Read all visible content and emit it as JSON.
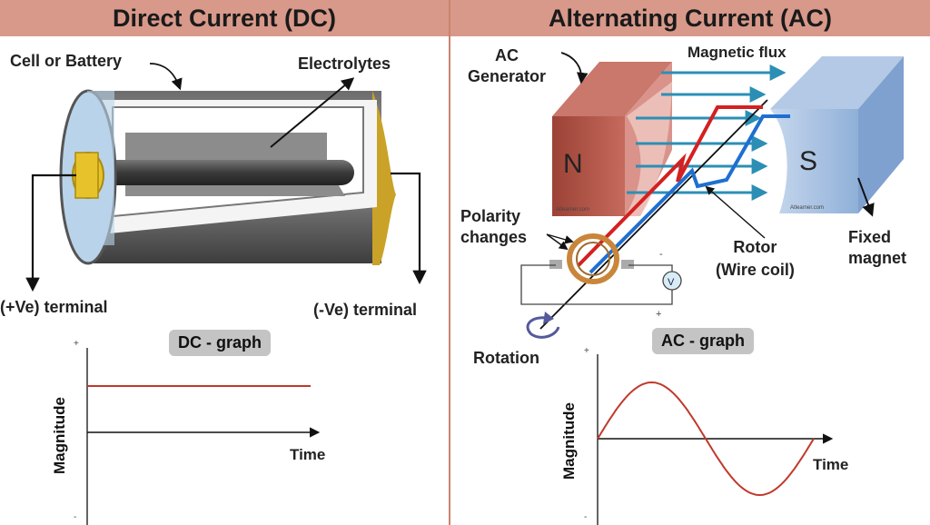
{
  "dc": {
    "title": "Direct Current (DC)",
    "labels": {
      "cell": "Cell or Battery",
      "electrolytes": "Electrolytes",
      "pos_terminal": "(+Ve) terminal",
      "neg_terminal": "(-Ve) terminal"
    },
    "graph": {
      "label": "DC - graph",
      "ylabel": "Magnitude",
      "xlabel": "Time",
      "plus": "+",
      "minus": "-"
    }
  },
  "ac": {
    "title": "Alternating Current (AC)",
    "labels": {
      "generator": "AC\nGenerator",
      "flux": "Magnetic flux",
      "polarity": "Polarity\nchanges",
      "rotor": "Rotor\n(Wire coil)",
      "fixed_magnet": "Fixed\nmagnet",
      "rotation": "Rotation",
      "north": "N",
      "south": "S",
      "meter": "V",
      "watermark": "Atlearner.com"
    },
    "graph": {
      "label": "AC - graph",
      "ylabel": "Magnitude",
      "xlabel": "Time",
      "plus": "+",
      "minus": "-"
    }
  },
  "colors": {
    "header": "#d8998a",
    "signal": "#c0392b",
    "wire_red": "#d42020",
    "wire_blue": "#1f6fd0",
    "magnet_n": "#b5574a",
    "magnet_s": "#8fb0d8"
  }
}
